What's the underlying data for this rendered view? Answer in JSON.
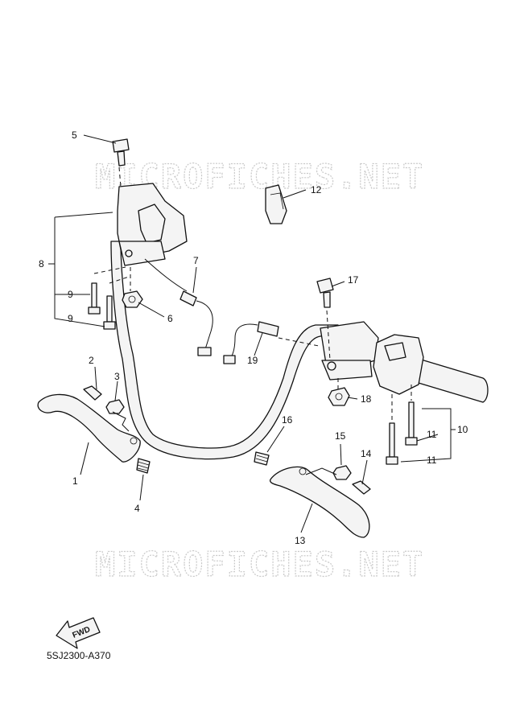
{
  "watermarks": [
    "MICROFICHES.NET",
    "MICROFICHES.NET"
  ],
  "fwd_label": "FWD",
  "diagram_code": "5SJ2300-A370",
  "callouts": {
    "c1": "1",
    "c2": "2",
    "c3": "3",
    "c4": "4",
    "c5": "5",
    "c6": "6",
    "c7": "7",
    "c8": "8",
    "c9a": "9",
    "c9b": "9",
    "c10": "10",
    "c11a": "11",
    "c11b": "11",
    "c12": "12",
    "c13": "13",
    "c14": "14",
    "c15": "15",
    "c16": "16",
    "c17": "17",
    "c18": "18",
    "c19": "19"
  },
  "icons": [
    "fwd-arrow-icon"
  ]
}
